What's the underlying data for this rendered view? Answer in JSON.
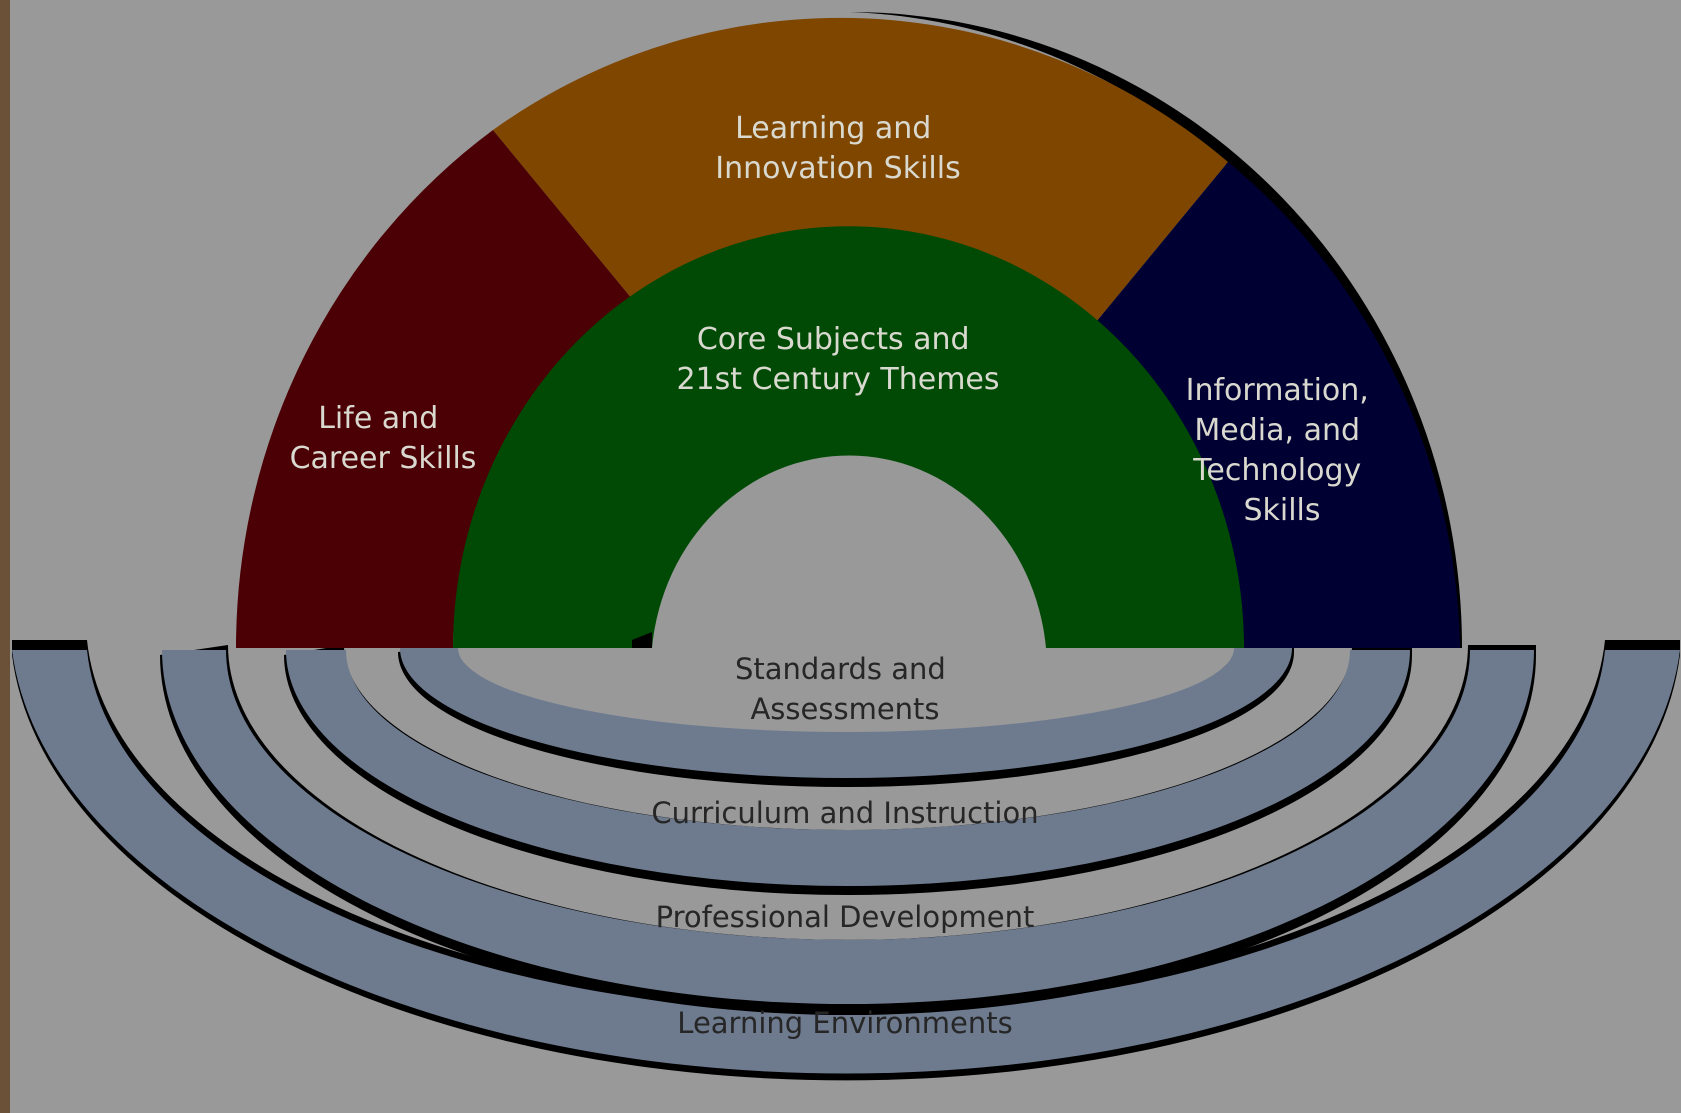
{
  "segments": {
    "life_career": [
      "Life and",
      "Career Skills"
    ],
    "learning_innovation": [
      "Learning and",
      "Innovation Skills"
    ],
    "info_media_tech": [
      "Information,",
      "Media, and",
      "Technology",
      "Skills"
    ],
    "core_subjects": [
      "Core Subjects and",
      "21st Century Themes"
    ]
  },
  "support_systems": {
    "standards": [
      "Standards and",
      "Assessments"
    ],
    "curriculum": "Curriculum and Instruction",
    "professional_development": "Professional Development",
    "learning_environments": "Learning Environments"
  },
  "colors": {
    "background": "#999999",
    "life_career": "#4a0004",
    "learning_innovation": "#7f4600",
    "info_media_tech": "#000033",
    "core_subjects": "#004a05",
    "ring": "#6e7b8f",
    "shadow": "#000000",
    "light_text": "#d9d9cf",
    "dark_text": "#262626"
  }
}
